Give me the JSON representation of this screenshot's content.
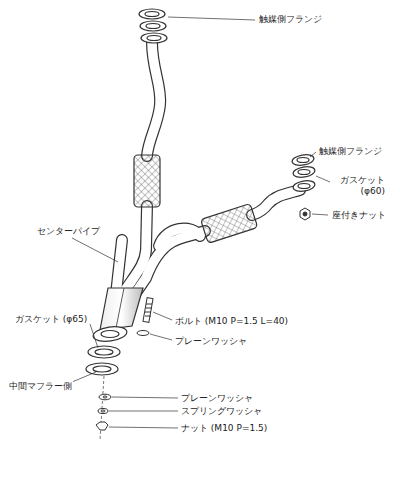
{
  "diagram": {
    "labels": [
      "触媒側フランジ",
      "触媒側フランジ",
      "ガスケット (φ60)",
      "座付きナット",
      "センターパイプ",
      "ボルト (M10 P=1.5 L=40)",
      "ガスケット (φ65)",
      "プレーンワッシャ",
      "中間マフラー側",
      "プレーンワッシャ",
      "スプリングワッシャ",
      "ナット (M10 P=1.5)"
    ]
  }
}
